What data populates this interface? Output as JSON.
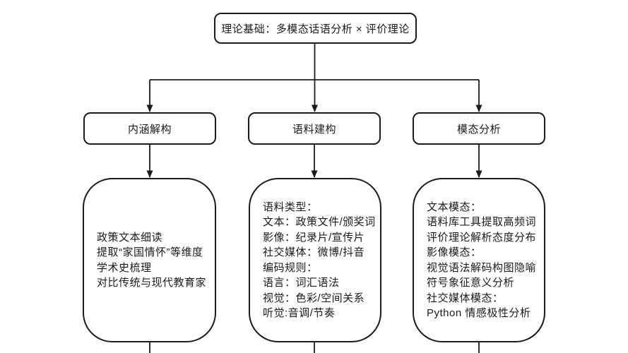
{
  "colors": {
    "line": "#1b1b1b",
    "text": "#1b1b1b",
    "background": "#ffffff"
  },
  "flowchart": {
    "root_label": "理论基础：多模态话语分析 × 评价理论",
    "branches": [
      {
        "label": "内涵解构",
        "details": [
          "政策文本细读",
          "提取“家国情怀”等维度",
          "学术史梳理",
          "对比传统与现代教育家"
        ]
      },
      {
        "label": "语料建构",
        "details": [
          "语料类型：",
          "文本：政策文件/颁奖词",
          "影像：纪录片/宣传片",
          "社交媒体：微博/抖音",
          "编码规则：",
          "语言：词汇语法",
          "视觉：色彩/空间关系",
          "听觉:音调/节奏"
        ]
      },
      {
        "label": "模态分析",
        "details": [
          "文本模态：",
          "语料库工具提取高频词",
          "评价理论解析态度分布",
          "影像模态：",
          "视觉语法解码构图隐喻",
          "符号象征意义分析",
          "社交媒体模态：",
          "Python 情感极性分析"
        ]
      }
    ]
  }
}
